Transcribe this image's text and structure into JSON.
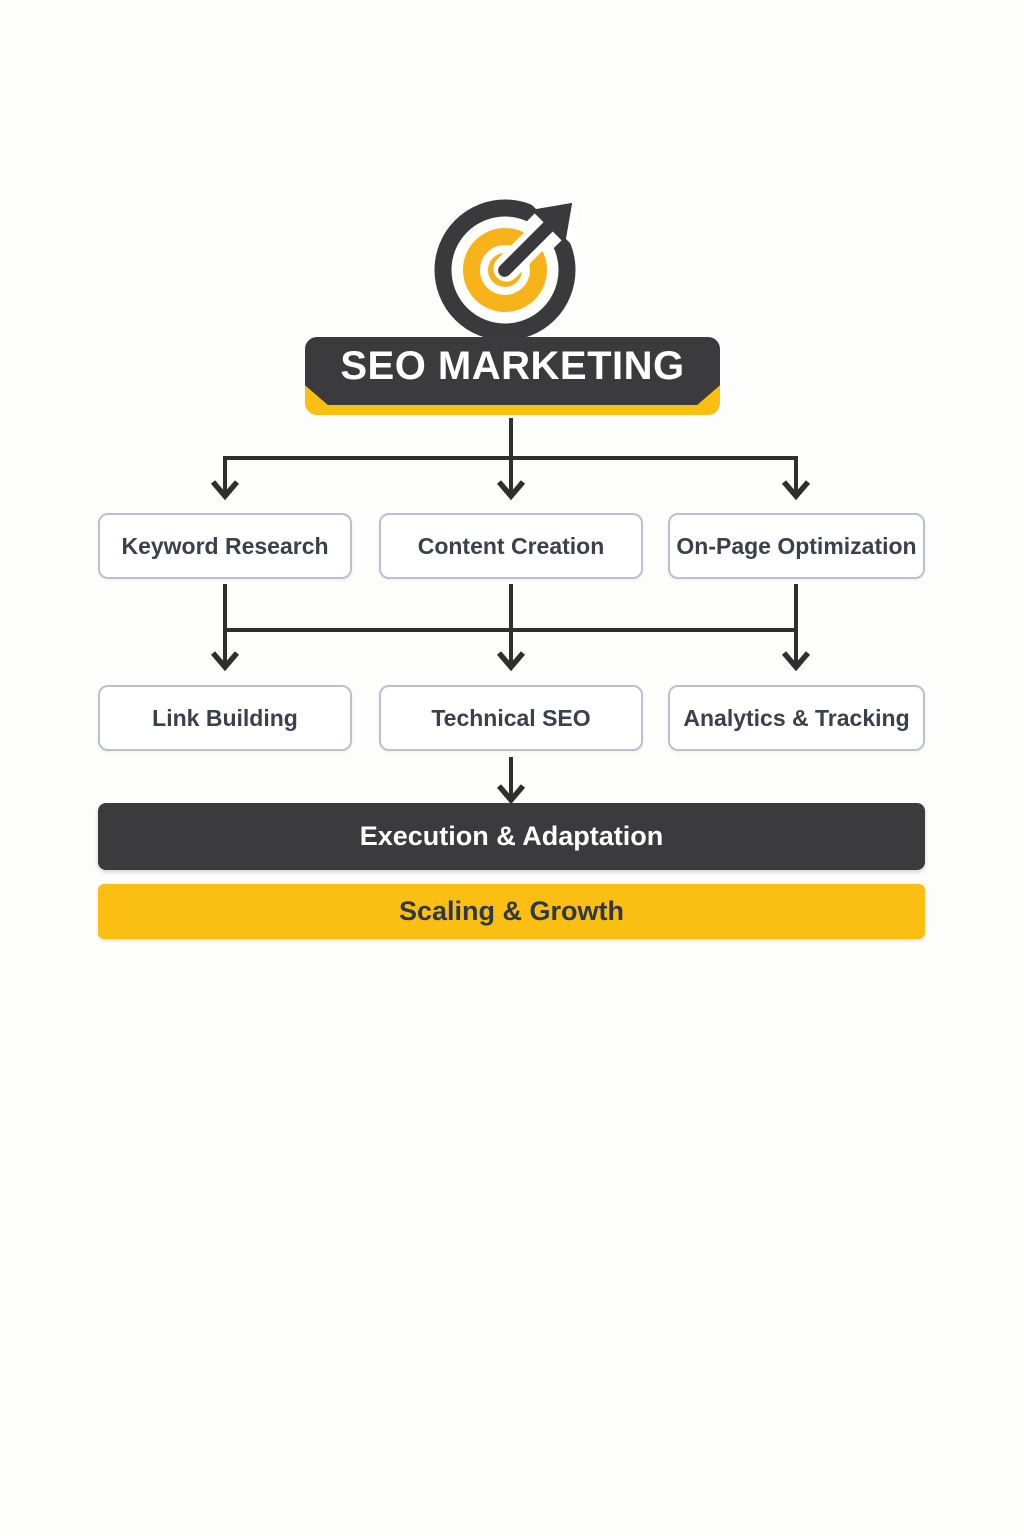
{
  "title": "SEO MARKETING",
  "icon": "target-with-arrow",
  "nodes": {
    "row1": [
      "Keyword Research",
      "Content Creation",
      "On-Page Optimization"
    ],
    "row2": [
      "Link Building",
      "Technical SEO",
      "Analytics & Tracking"
    ]
  },
  "bars": {
    "execution": "Execution & Adaptation",
    "scaling": "Scaling & Growth"
  },
  "colors": {
    "dark": "#3B3B3D",
    "yellow": "#FBBE13",
    "icon_yellow": "#F8B31B",
    "box_border": "#BAC2CF",
    "box_text": "#3A414B",
    "arrow_line": "#2F2F2F"
  }
}
